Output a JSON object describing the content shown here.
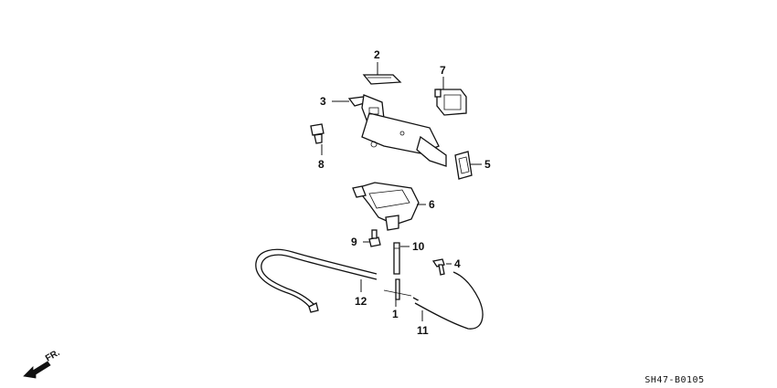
{
  "diagram": {
    "callouts": [
      {
        "id": "c1",
        "label": "1"
      },
      {
        "id": "c2",
        "label": "2"
      },
      {
        "id": "c3",
        "label": "3"
      },
      {
        "id": "c4",
        "label": "4"
      },
      {
        "id": "c5",
        "label": "5"
      },
      {
        "id": "c6",
        "label": "6"
      },
      {
        "id": "c7",
        "label": "7"
      },
      {
        "id": "c8",
        "label": "8"
      },
      {
        "id": "c9",
        "label": "9"
      },
      {
        "id": "c10",
        "label": "10"
      },
      {
        "id": "c11",
        "label": "11"
      },
      {
        "id": "c12",
        "label": "12"
      }
    ],
    "direction_label": "FR.",
    "diagram_code": "SH47-B0105"
  }
}
